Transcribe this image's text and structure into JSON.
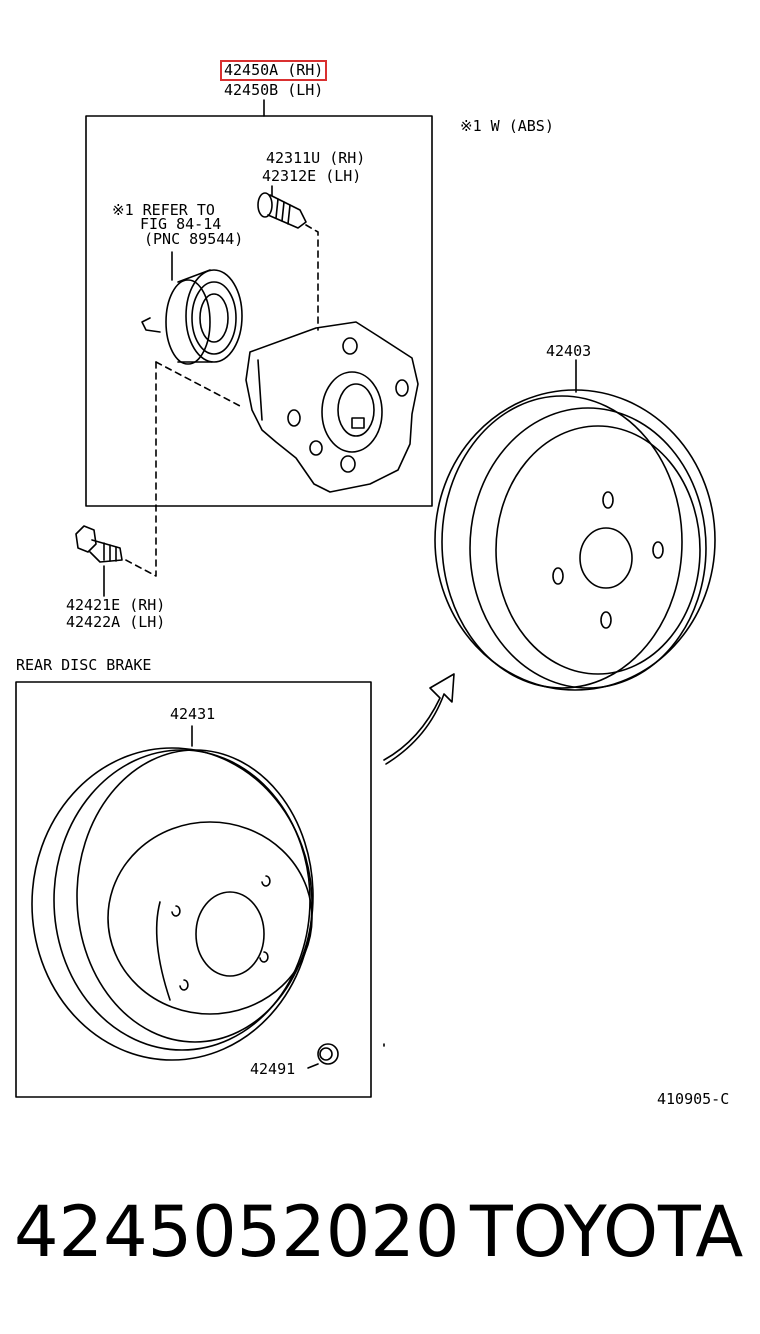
{
  "labels": {
    "hub_rh": "42450A (RH)",
    "hub_lh": "42450B (LH)",
    "abs_note": "※1 W (ABS)",
    "stud_rh": "42311U (RH)",
    "stud_lh": "42312E (LH)",
    "refer_1": "※1 REFER TO",
    "refer_2": "FIG 84-14",
    "refer_3": "(PNC 89544)",
    "drum": "42403",
    "bolt_rh": "42421E (RH)",
    "bolt_lh": "42422A (LH)",
    "section_title": "REAR DISC BRAKE",
    "disc": "42431",
    "plug": "42491",
    "diagram_code": "410905-C"
  },
  "footer": {
    "part_number": "4245052020",
    "brand": "TOYOTA"
  },
  "colors": {
    "highlight": "#d93030",
    "ink": "#000000"
  }
}
